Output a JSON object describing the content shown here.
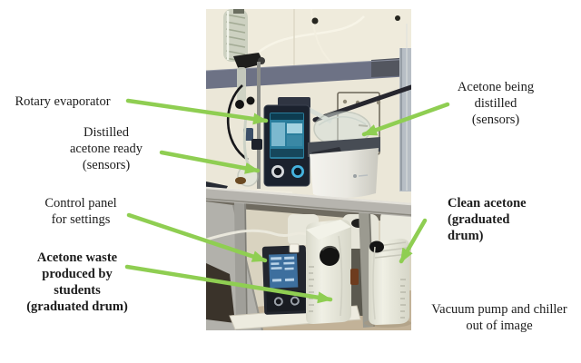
{
  "arrow_color": "#8fce52",
  "text_color": "#1c1c1c",
  "annotations": [
    {
      "id": "rotary-evaporator",
      "text": "Rotary evaporator",
      "bold": false,
      "side": "left"
    },
    {
      "id": "distilled-acetone-ready",
      "text": "Distilled\nacetone ready\n(sensors)",
      "bold": false,
      "side": "left"
    },
    {
      "id": "control-panel",
      "text": "Control panel\nfor settings",
      "bold": false,
      "side": "left"
    },
    {
      "id": "acetone-waste-drum",
      "text": "Acetone waste\nproduced by\nstudents\n(graduated drum)",
      "bold": true,
      "side": "left"
    },
    {
      "id": "acetone-being-distilled",
      "text": "Acetone being\ndistilled\n(sensors)",
      "bold": false,
      "side": "right"
    },
    {
      "id": "clean-acetone-drum",
      "text": "Clean acetone\n(graduated\ndrum)",
      "bold": true,
      "side": "right"
    },
    {
      "id": "vacuum-pump-note",
      "text": "Vacuum pump and chiller\nout of image",
      "bold": false,
      "side": "right"
    }
  ]
}
